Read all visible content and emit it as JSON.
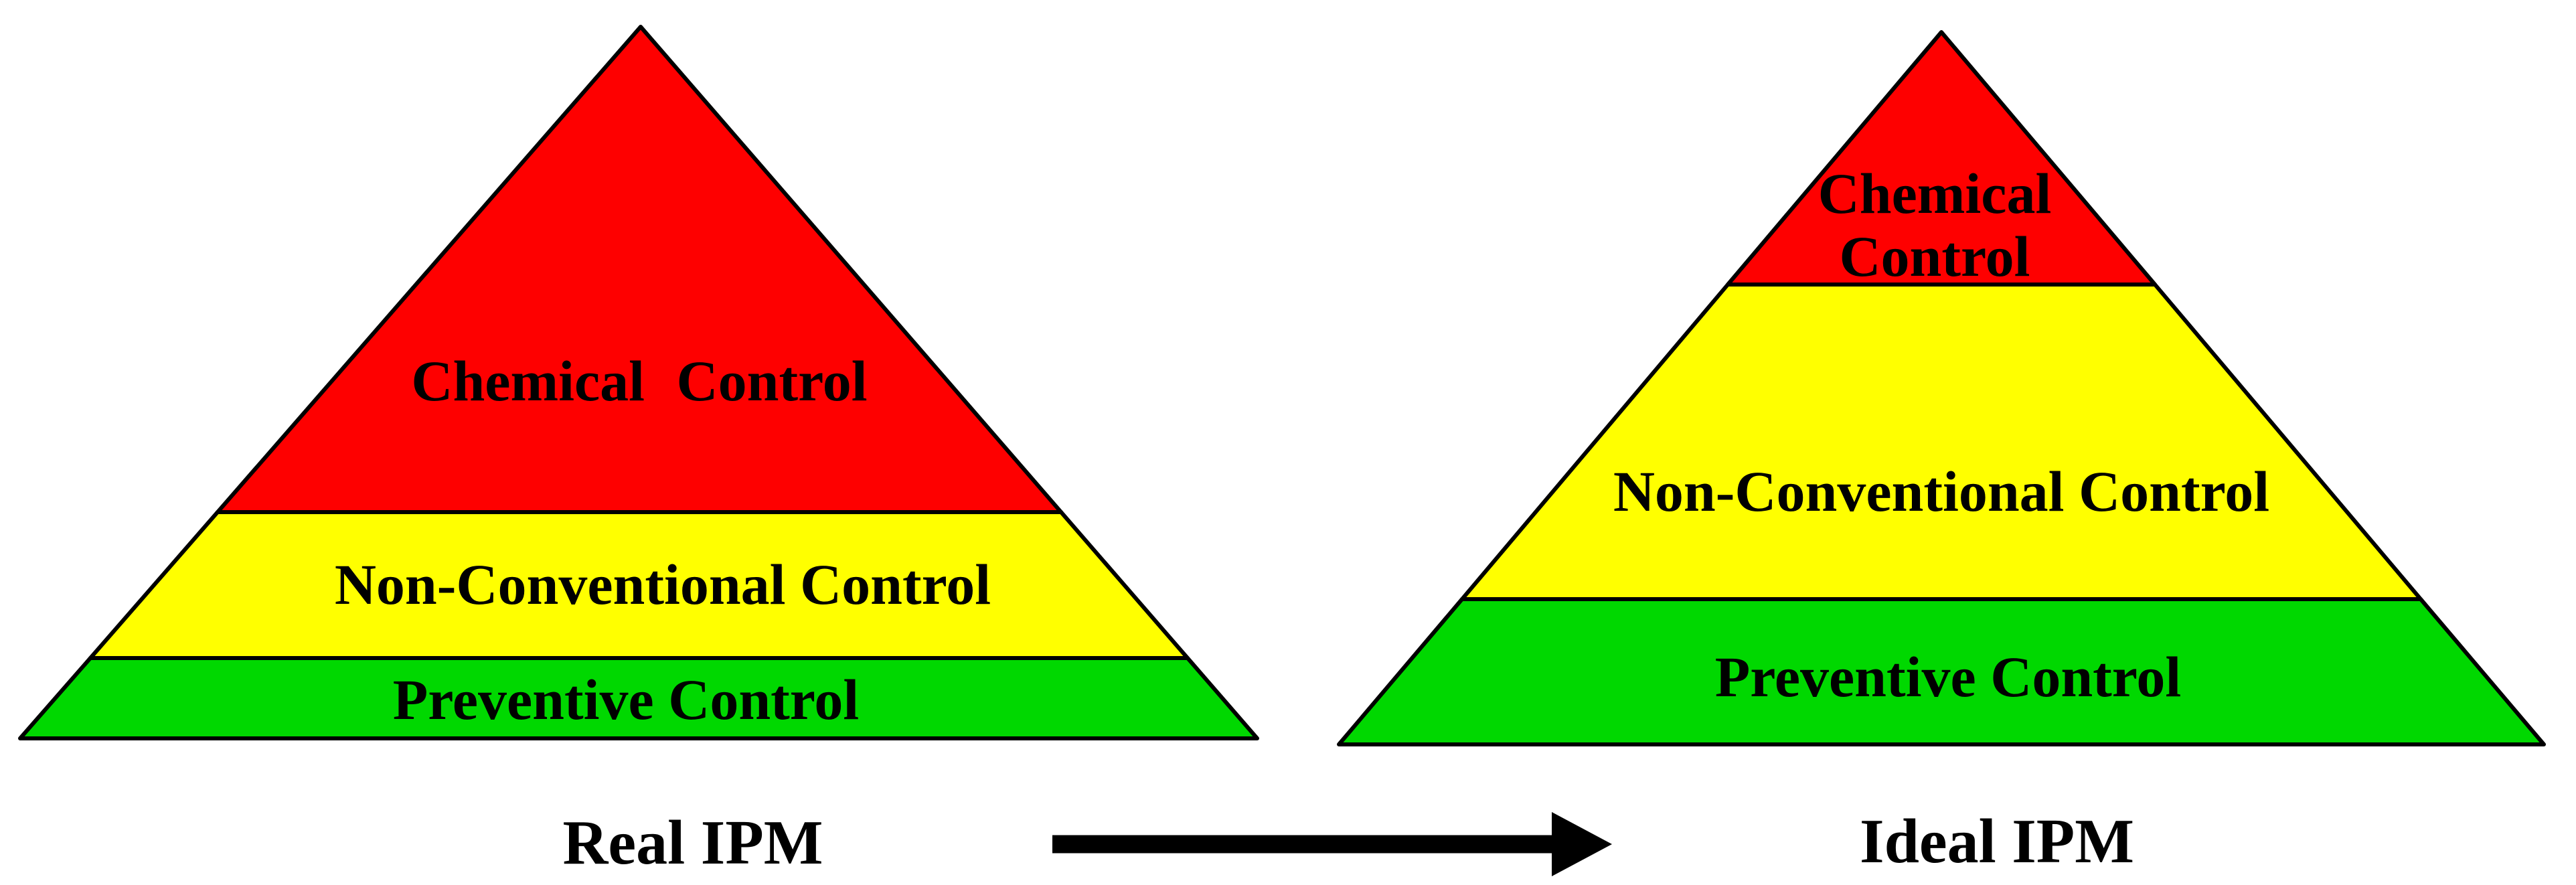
{
  "colors": {
    "red": "#FE0000",
    "yellow": "#FFFF00",
    "green": "#00D800",
    "outline": "#000000"
  },
  "left_pyramid": {
    "caption": "Real IPM",
    "layers": [
      {
        "name": "chemical-control",
        "label": "Chemical Control"
      },
      {
        "name": "non-conventional-control",
        "label": "Non-Conventional Control"
      },
      {
        "name": "preventive-control",
        "label": "Preventive Control"
      }
    ]
  },
  "right_pyramid": {
    "caption": "Ideal IPM",
    "layers": [
      {
        "name": "chemical-control",
        "label_line1": "Chemical",
        "label_line2": "Control"
      },
      {
        "name": "non-conventional-control",
        "label": "Non-Conventional Control"
      },
      {
        "name": "preventive-control",
        "label": "Preventive Control"
      }
    ]
  },
  "arrow": {
    "direction": "right"
  }
}
